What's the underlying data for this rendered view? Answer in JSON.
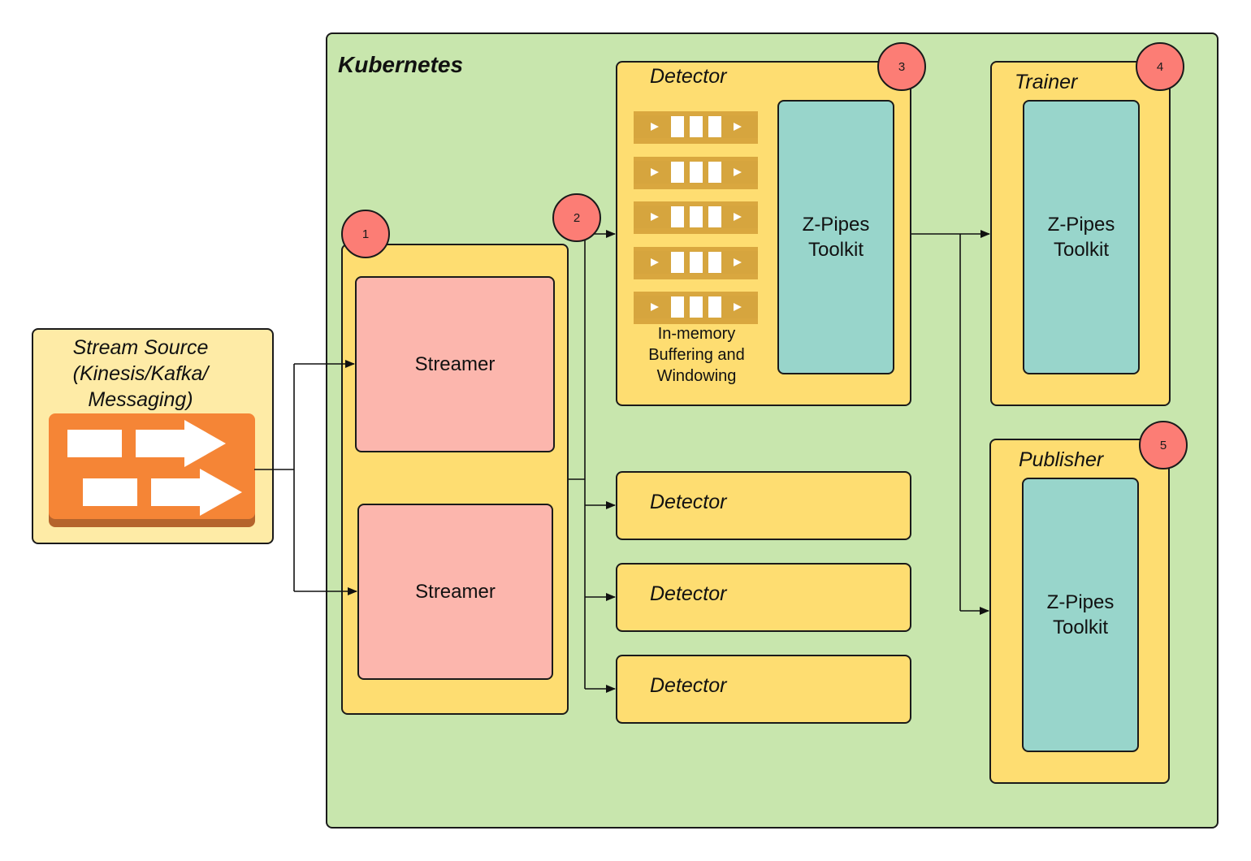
{
  "stream_source": {
    "title_lines": [
      "Stream Source",
      "(Kinesis/Kafka/",
      "Messaging)"
    ]
  },
  "kubernetes": {
    "label": "Kubernetes"
  },
  "streamers": [
    {
      "label": "Streamer"
    },
    {
      "label": "Streamer"
    }
  ],
  "detector_main": {
    "title": "Detector",
    "buffer_caption_lines": [
      "In-memory",
      "Buffering and",
      "Windowing"
    ],
    "toolkit_lines": [
      "Z-Pipes",
      "Toolkit"
    ]
  },
  "detectors_collapsed": [
    {
      "title": "Detector"
    },
    {
      "title": "Detector"
    },
    {
      "title": "Detector"
    }
  ],
  "trainer": {
    "title": "Trainer",
    "toolkit_lines": [
      "Z-Pipes",
      "Toolkit"
    ]
  },
  "publisher": {
    "title": "Publisher",
    "toolkit_lines": [
      "Z-Pipes",
      "Toolkit"
    ]
  },
  "badges": [
    "1",
    "2",
    "3",
    "4",
    "5"
  ],
  "colors": {
    "kubernetes_bg": "#c8e6ad",
    "component_bg": "#fedd71",
    "streamer_bg": "#fcb6ad",
    "toolkit_bg": "#98d5cb",
    "badge_bg": "#fc7d75",
    "stream_icon_bg": "#f58536"
  },
  "icons": {
    "stream_source": "stream-arrows-icon",
    "buffer": "buffer-queue-icon"
  }
}
